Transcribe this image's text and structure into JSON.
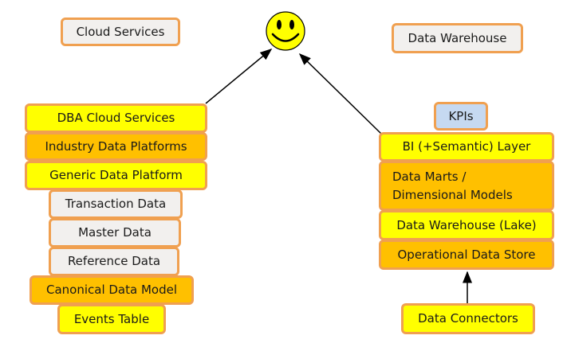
{
  "header": {
    "cloud_services": "Cloud Services",
    "data_warehouse": "Data Warehouse"
  },
  "left_stack": [
    "DBA Cloud Services",
    "Industry Data Platforms",
    "Generic Data Platform",
    "Transaction Data",
    "Master Data",
    "Reference Data",
    "Canonical Data Model",
    "Events Table"
  ],
  "right_stack": {
    "kpis": "KPIs",
    "bi_layer": "BI (+Semantic) Layer",
    "data_marts_line1": "Data Marts /",
    "data_marts_line2": "Dimensional Models",
    "data_warehouse_lake": "Data Warehouse (Lake)",
    "ods": "Operational Data Store",
    "connectors": "Data Connectors"
  },
  "icon": "smiley-face-icon",
  "colors": {
    "border": "#f0a050",
    "yellow": "#ffff00",
    "orange": "#ffc000",
    "grey": "#f2f0ee",
    "blue": "#c6d9f1"
  }
}
